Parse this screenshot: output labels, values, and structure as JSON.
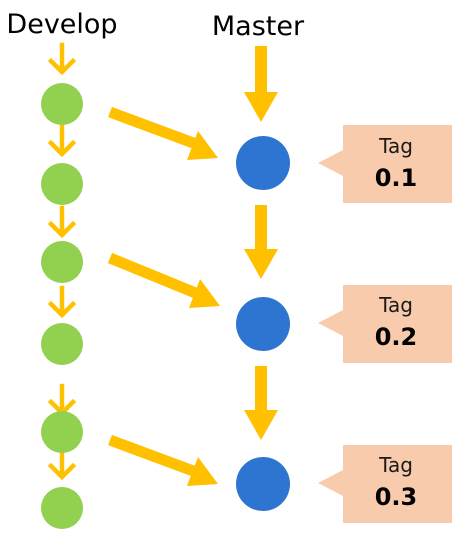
{
  "branches": {
    "develop": {
      "label": "Develop"
    },
    "master": {
      "label": "Master"
    }
  },
  "tags": [
    {
      "word": "Tag",
      "version": "0.1"
    },
    {
      "word": "Tag",
      "version": "0.2"
    },
    {
      "word": "Tag",
      "version": "0.3"
    }
  ],
  "colors": {
    "arrow": "#ffc000",
    "develop_commit": "#92d050",
    "master_commit": "#2e75d1",
    "tag_fill": "#f8cbad",
    "text": "#000000"
  }
}
